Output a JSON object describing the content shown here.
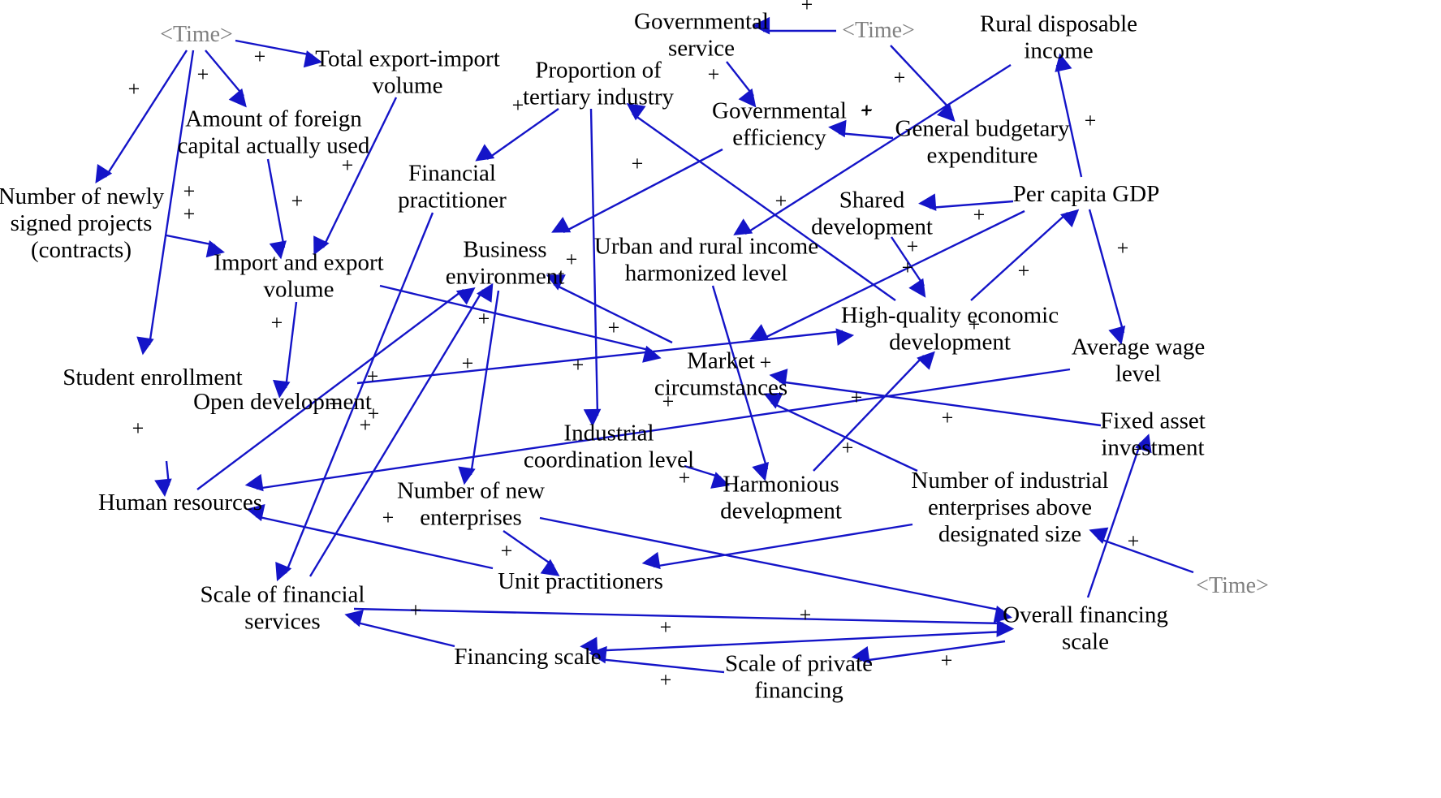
{
  "colors": {
    "edge": "#1414c8",
    "text": "#000000",
    "time": "#808080",
    "background": "#ffffff"
  },
  "nodes": [
    {
      "id": "time1",
      "lines": [
        "<Time>"
      ],
      "shadow": true
    },
    {
      "id": "time2",
      "lines": [
        "<Time>"
      ],
      "shadow": true
    },
    {
      "id": "time3",
      "lines": [
        "<Time>"
      ],
      "shadow": true
    },
    {
      "id": "total_export_import",
      "lines": [
        "Total export-import",
        "volume"
      ]
    },
    {
      "id": "foreign_capital",
      "lines": [
        "Amount of foreign",
        "capital actually used"
      ]
    },
    {
      "id": "newly_signed",
      "lines": [
        "Number of newly",
        "signed projects",
        "(contracts)"
      ]
    },
    {
      "id": "import_export",
      "lines": [
        "Import and export",
        "volume"
      ]
    },
    {
      "id": "student_enrollment",
      "lines": [
        "Student enrollment"
      ]
    },
    {
      "id": "open_development",
      "lines": [
        "Open development"
      ]
    },
    {
      "id": "human_resources",
      "lines": [
        "Human resources"
      ]
    },
    {
      "id": "financial_services",
      "lines": [
        "Scale of financial",
        "services"
      ]
    },
    {
      "id": "governmental_service",
      "lines": [
        "Governmental",
        "service"
      ]
    },
    {
      "id": "proportion_tertiary",
      "lines": [
        "Proportion of",
        "tertiary industry"
      ]
    },
    {
      "id": "financial_practitioner",
      "lines": [
        "Financial",
        "practitioner"
      ]
    },
    {
      "id": "governmental_efficiency",
      "lines": [
        "Governmental",
        "efficiency"
      ]
    },
    {
      "id": "business_environment",
      "lines": [
        "Business",
        "environment"
      ]
    },
    {
      "id": "rural_income",
      "lines": [
        "Rural disposable",
        "income"
      ]
    },
    {
      "id": "budgetary_expenditure",
      "lines": [
        "General budgetary",
        "expenditure"
      ]
    },
    {
      "id": "shared_development",
      "lines": [
        "Shared",
        "development"
      ]
    },
    {
      "id": "per_capita_gdp",
      "lines": [
        "Per capita GDP"
      ]
    },
    {
      "id": "urban_rural",
      "lines": [
        "Urban and rural income",
        "harmonized level"
      ]
    },
    {
      "id": "high_quality",
      "lines": [
        "High-quality economic",
        "development"
      ]
    },
    {
      "id": "market",
      "lines": [
        "Market",
        "circumstances"
      ]
    },
    {
      "id": "average_wage",
      "lines": [
        "Average wage",
        "level"
      ]
    },
    {
      "id": "industrial_coordination",
      "lines": [
        "Industrial",
        "coordination level"
      ]
    },
    {
      "id": "fixed_asset",
      "lines": [
        "Fixed asset",
        "investment"
      ]
    },
    {
      "id": "new_enterprises",
      "lines": [
        "Number of new",
        "enterprises"
      ]
    },
    {
      "id": "harmonious",
      "lines": [
        "Harmonious",
        "development"
      ]
    },
    {
      "id": "industrial_above",
      "lines": [
        "Number of industrial",
        "enterprises above",
        "designated size"
      ]
    },
    {
      "id": "unit_practitioners",
      "lines": [
        "Unit practitioners"
      ]
    },
    {
      "id": "overall_financing",
      "lines": [
        "Overall financing",
        "scale"
      ]
    },
    {
      "id": "financing_scale",
      "lines": [
        "Financing scale"
      ]
    },
    {
      "id": "private_financing",
      "lines": [
        "Scale of private",
        "financing"
      ]
    }
  ],
  "edges": [
    {
      "from": "time1",
      "to": "total_export_import",
      "polarity": "+"
    },
    {
      "from": "time1",
      "to": "foreign_capital",
      "polarity": "+"
    },
    {
      "from": "time1",
      "to": "newly_signed",
      "polarity": "+"
    },
    {
      "from": "time1",
      "to": "student_enrollment",
      "polarity": "+"
    },
    {
      "from": "total_export_import",
      "to": "import_export",
      "polarity": "+"
    },
    {
      "from": "foreign_capital",
      "to": "import_export",
      "polarity": "+"
    },
    {
      "from": "newly_signed",
      "to": "import_export",
      "polarity": "+"
    },
    {
      "from": "import_export",
      "to": "open_development",
      "polarity": "+"
    },
    {
      "from": "import_export",
      "to": "market",
      "polarity": "+"
    },
    {
      "from": "open_development",
      "to": "high_quality",
      "polarity": "+"
    },
    {
      "from": "student_enrollment",
      "to": "human_resources",
      "polarity": "+"
    },
    {
      "from": "human_resources",
      "to": "business_environment",
      "polarity": "+"
    },
    {
      "from": "financial_services",
      "to": "business_environment",
      "polarity": "+"
    },
    {
      "from": "financial_practitioner",
      "to": "financial_services",
      "polarity": "+"
    },
    {
      "from": "proportion_tertiary",
      "to": "financial_practitioner",
      "polarity": "+"
    },
    {
      "from": "proportion_tertiary",
      "to": "industrial_coordination",
      "polarity": "+"
    },
    {
      "from": "time2",
      "to": "governmental_service",
      "polarity": "+"
    },
    {
      "from": "governmental_service",
      "to": "governmental_efficiency",
      "polarity": "+"
    },
    {
      "from": "time2",
      "to": "budgetary_expenditure",
      "polarity": "+"
    },
    {
      "from": "budgetary_expenditure",
      "to": "governmental_efficiency",
      "polarity": "+"
    },
    {
      "from": "governmental_efficiency",
      "to": "business_environment",
      "polarity": "+"
    },
    {
      "from": "business_environment",
      "to": "new_enterprises",
      "polarity": "+"
    },
    {
      "from": "market",
      "to": "business_environment",
      "polarity": "+"
    },
    {
      "from": "rural_income",
      "to": "urban_rural",
      "polarity": "+"
    },
    {
      "from": "urban_rural",
      "to": "harmonious",
      "polarity": "+"
    },
    {
      "from": "per_capita_gdp",
      "to": "shared_development",
      "polarity": "+"
    },
    {
      "from": "per_capita_gdp",
      "to": "rural_income",
      "polarity": "+"
    },
    {
      "from": "per_capita_gdp",
      "to": "average_wage",
      "polarity": "+"
    },
    {
      "from": "per_capita_gdp",
      "to": "market",
      "polarity": "+"
    },
    {
      "from": "shared_development",
      "to": "high_quality",
      "polarity": "+"
    },
    {
      "from": "high_quality",
      "to": "per_capita_gdp",
      "polarity": "+"
    },
    {
      "from": "high_quality",
      "to": "proportion_tertiary",
      "polarity": "+"
    },
    {
      "from": "harmonious",
      "to": "high_quality",
      "polarity": "+"
    },
    {
      "from": "industrial_coordination",
      "to": "harmonious",
      "polarity": "+"
    },
    {
      "from": "average_wage",
      "to": "human_resources",
      "polarity": "+"
    },
    {
      "from": "fixed_asset",
      "to": "market",
      "polarity": "+"
    },
    {
      "from": "industrial_above",
      "to": "market",
      "polarity": "+"
    },
    {
      "from": "industrial_above",
      "to": "unit_practitioners",
      "polarity": "+"
    },
    {
      "from": "time3",
      "to": "industrial_above",
      "polarity": "+"
    },
    {
      "from": "new_enterprises",
      "to": "unit_practitioners",
      "polarity": "+"
    },
    {
      "from": "new_enterprises",
      "to": "overall_financing",
      "polarity": "+"
    },
    {
      "from": "unit_practitioners",
      "to": "human_resources",
      "polarity": "+"
    },
    {
      "from": "financial_services",
      "to": "overall_financing",
      "polarity": "+"
    },
    {
      "from": "overall_financing",
      "to": "fixed_asset",
      "polarity": "+"
    },
    {
      "from": "overall_financing",
      "to": "financing_scale",
      "polarity": "+"
    },
    {
      "from": "overall_financing",
      "to": "private_financing",
      "polarity": "+"
    },
    {
      "from": "private_financing",
      "to": "financing_scale",
      "polarity": "+"
    },
    {
      "from": "financing_scale",
      "to": "financial_services",
      "polarity": "+"
    }
  ]
}
